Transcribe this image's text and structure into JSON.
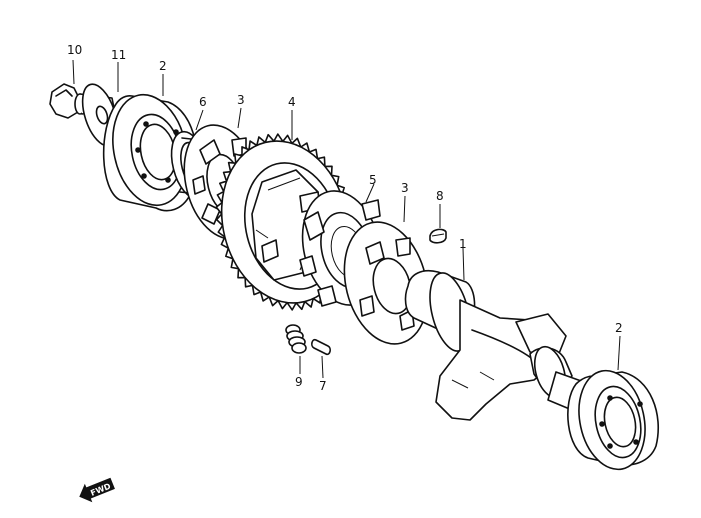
{
  "diagram": {
    "callouts": [
      {
        "id": "c10",
        "text": "10"
      },
      {
        "id": "c11",
        "text": "11"
      },
      {
        "id": "c2a",
        "text": "2"
      },
      {
        "id": "c6",
        "text": "6"
      },
      {
        "id": "c3a",
        "text": "3"
      },
      {
        "id": "c4",
        "text": "4"
      },
      {
        "id": "c5",
        "text": "5"
      },
      {
        "id": "c3b",
        "text": "3"
      },
      {
        "id": "c8",
        "text": "8"
      },
      {
        "id": "c1",
        "text": "1"
      },
      {
        "id": "c2b",
        "text": "2"
      },
      {
        "id": "c9",
        "text": "9"
      },
      {
        "id": "c7",
        "text": "7"
      }
    ],
    "direction_arrow": {
      "text": "FWD"
    }
  }
}
